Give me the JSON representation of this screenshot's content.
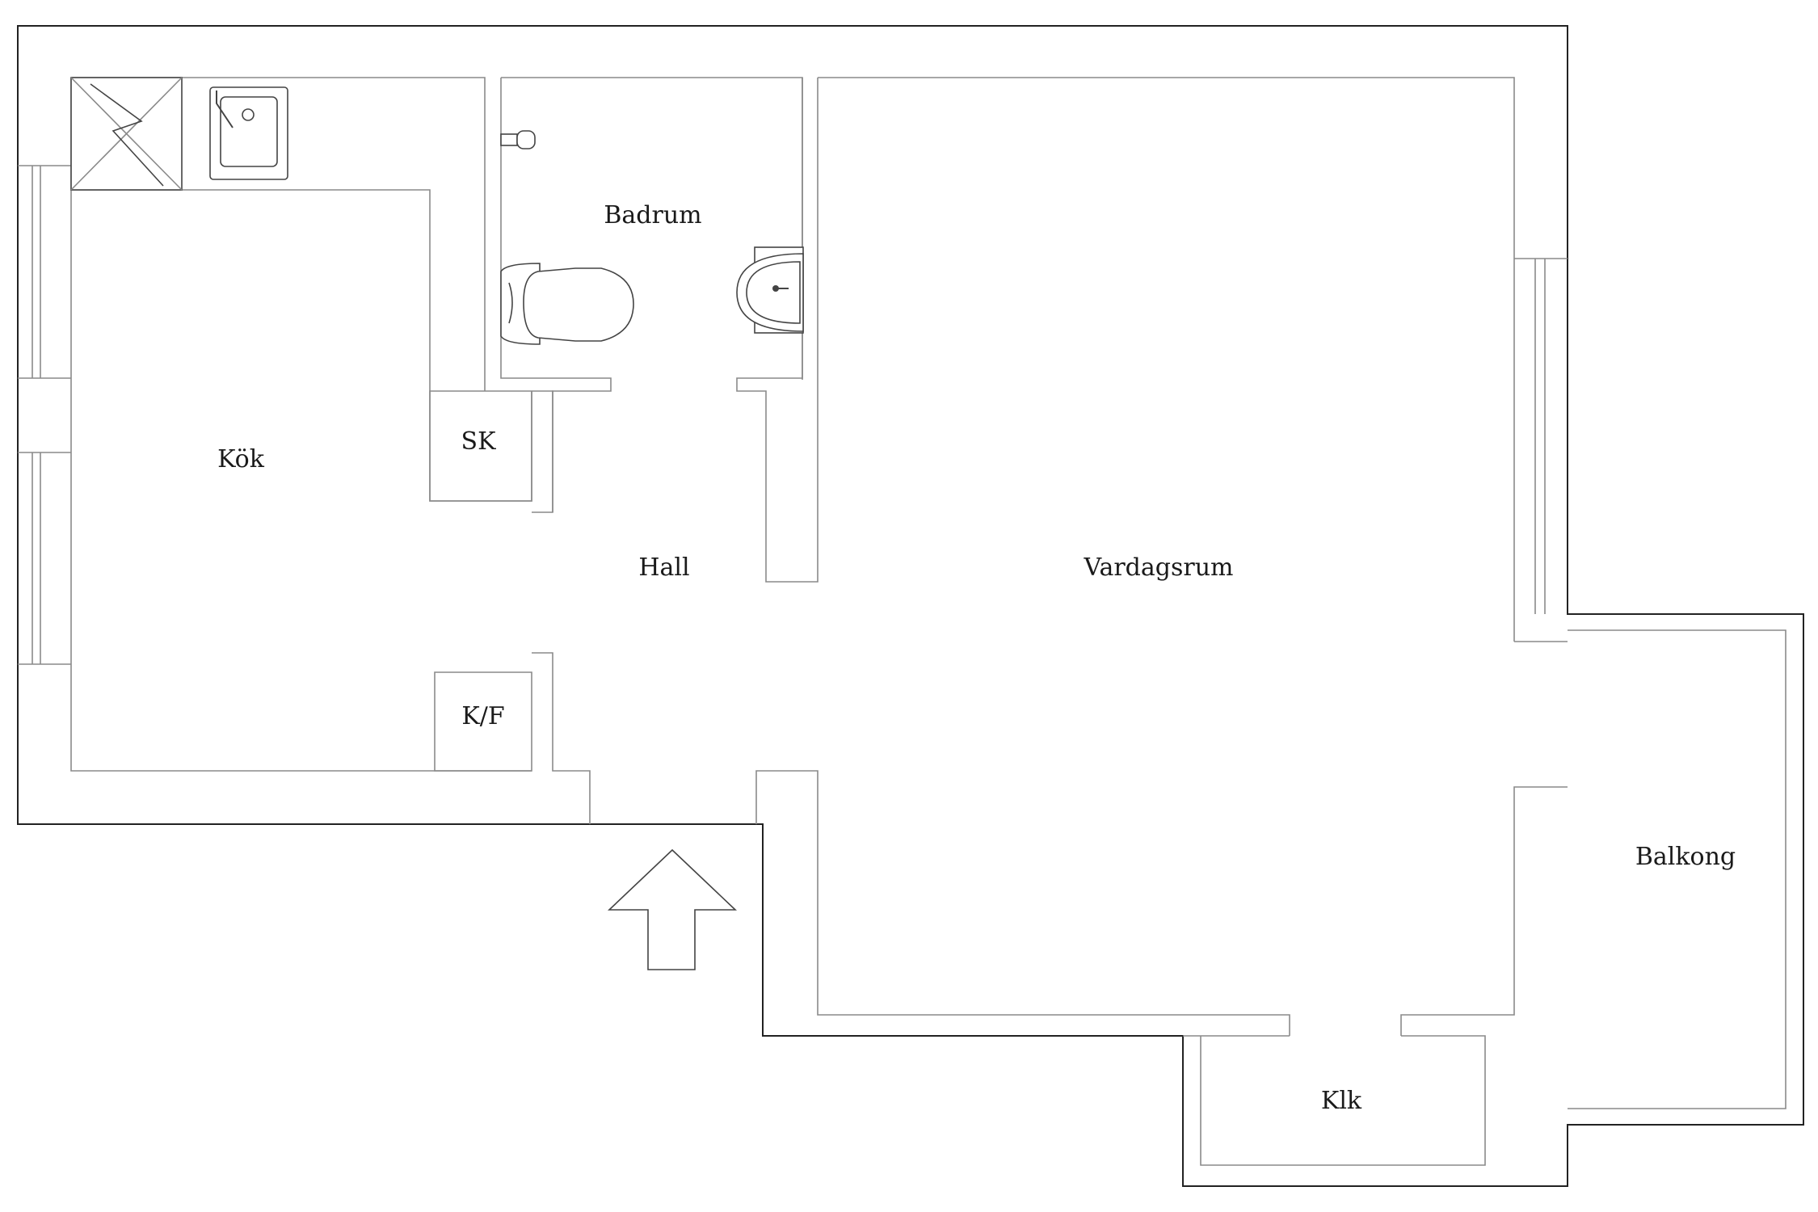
{
  "rooms": {
    "kitchen": "Kök",
    "bathroom": "Badrum",
    "closet_sk": "SK",
    "hall": "Hall",
    "fridge_freezer": "K/F",
    "living_room": "Vardagsrum",
    "balcony": "Balkong",
    "walk_in_closet": "Klk"
  },
  "fixtures": [
    "stove-icon",
    "kitchen-sink-icon",
    "toilet-icon",
    "bathroom-sink-icon",
    "tap-icon"
  ],
  "entrance_arrow": "entrance-arrow-icon"
}
